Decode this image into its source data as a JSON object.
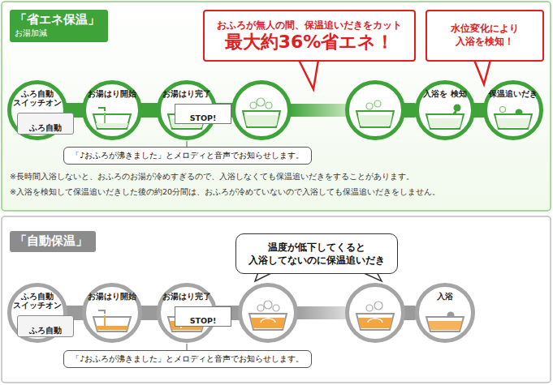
{
  "diagram": {
    "nodes": [
      {
        "text": [
          "「省エネ保温」",
          "お湯加減"
        ]
      },
      {
        "text": [
          "おふろが無人の間、保温追いだきをカット",
          "最大約36%省エネ！"
        ]
      },
      {
        "text": [
          "水位変化により 入浴を検知！"
        ]
      },
      {
        "text": [
          "ふろ自動 スイッチオン"
        ]
      },
      {
        "text": [
          "ふろ自動"
        ],
        "in": 3
      },
      {
        "text": [
          "お湯はり開始"
        ]
      },
      {
        "text": [
          "お湯はり完了"
        ]
      },
      {
        "text": [
          "STOP!"
        ],
        "in": 6
      },
      {
        "text": [
          "入浴を 検知"
        ]
      },
      {
        "text": [
          "保温追いだき"
        ]
      },
      {
        "text": [
          "「♪おふろが沸きました」とメロディと音声でお知らせします。"
        ]
      },
      {
        "text": [
          "「自動保温」"
        ]
      },
      {
        "text": [
          "温度が低下してくると 入浴してないのに保温追いだき"
        ]
      },
      {
        "text": [
          "ふろ自動 スイッチオン"
        ]
      },
      {
        "text": [
          "ふろ自動"
        ],
        "in": 13
      },
      {
        "text": [
          "お湯はり開始"
        ]
      },
      {
        "text": [
          "お湯はり完了"
        ]
      },
      {
        "text": [
          "STOP!"
        ],
        "in": 16
      },
      {
        "text": [
          "入浴"
        ]
      },
      {
        "text": [
          "「♪おふろが沸きました」とメロディと音声でお知らせします。"
        ]
      }
    ],
    "edges": [
      {
        "from": 3,
        "to": 5,
        "arrow": "to"
      },
      {
        "from": 5,
        "to": 6,
        "arrow": "to"
      },
      {
        "from": 8,
        "to": 9,
        "arrow": "to"
      },
      {
        "from": 13,
        "to": 15,
        "arrow": "to"
      },
      {
        "from": 15,
        "to": 16,
        "arrow": "to"
      }
    ],
    "labels": [
      "※長時間入浴しないと、おふろのお湯が冷めすぎるので、入浴しなくても保温追いだきをすることがあります。",
      "※入浴を検知して保温追いだきした後の約20分間は、おふろが冷めていないので入浴しても保温追いだきをしません。"
    ]
  }
}
